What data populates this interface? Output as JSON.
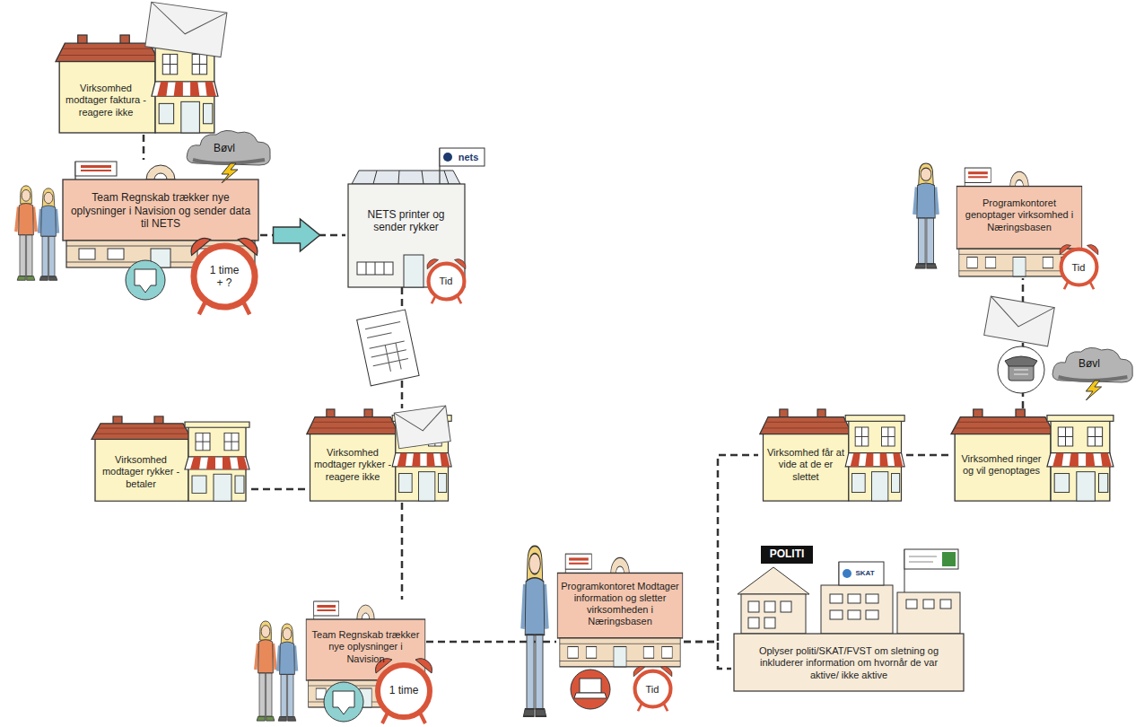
{
  "diagram": {
    "nodes": [
      {
        "text": [
          "Virksomhed modtager faktura - reagere ikke"
        ]
      },
      {
        "text": [
          "Team Regnskab trækker nye oplysninger i Navision og sender data til NETS"
        ]
      },
      {
        "text": [
          "NETS printer og sender rykker"
        ]
      },
      {
        "text": [
          "Virksomhed modtager rykker - betaler"
        ]
      },
      {
        "text": [
          "Virksomhed modtager rykker -reagere ikke"
        ]
      },
      {
        "text": [
          "Team Regnskab trækker nye oplysninger i Navision"
        ]
      },
      {
        "text": [
          "Programkontoret Modtager information og sletter virksomheden i Næringsbasen"
        ]
      },
      {
        "text": [
          "Oplyser politi/SKAT/FVST om sletning og inkluderer information om hvornår de var aktive/ ikke aktive"
        ]
      },
      {
        "text": [
          "Virksomhed får at vide at de er slettet"
        ]
      },
      {
        "text": [
          "Virksomhed ringer og vil genoptages"
        ]
      },
      {
        "text": [
          "Programkontoret genoptager virksomhed i Næringsbasen"
        ]
      }
    ],
    "edges": [
      {
        "from": 0,
        "to": 1,
        "arrow": "none"
      },
      {
        "from": 1,
        "to": 2,
        "arrow": "to"
      },
      {
        "from": 2,
        "to": 4,
        "arrow": "none"
      },
      {
        "from": 4,
        "to": 3,
        "arrow": "none"
      },
      {
        "from": 4,
        "to": 5,
        "arrow": "none"
      },
      {
        "from": 5,
        "to": 6,
        "arrow": "none"
      },
      {
        "from": 6,
        "to": 8,
        "arrow": "none"
      },
      {
        "from": 6,
        "to": 7,
        "arrow": "none"
      },
      {
        "from": 8,
        "to": 9,
        "arrow": "none"
      },
      {
        "from": 9,
        "to": 10,
        "arrow": "none"
      }
    ],
    "labels": [
      "Bøvl",
      "1 time + ?",
      "nets",
      "Tid",
      "Tid",
      "Bøvl",
      "POLITI",
      "SKAT",
      "1 time",
      "Tid"
    ]
  }
}
